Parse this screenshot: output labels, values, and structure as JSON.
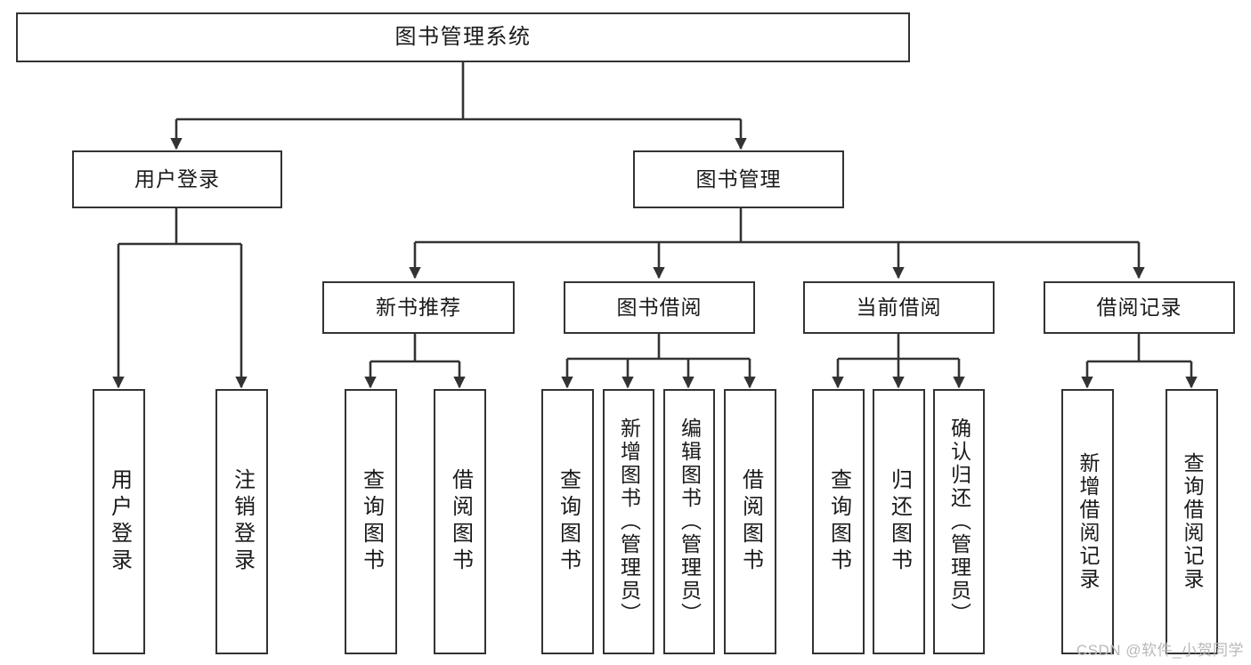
{
  "diagram": {
    "type": "tree",
    "title": "图书管理系统",
    "orientation": "top-down",
    "colors": {
      "background": "#ffffff",
      "box_border": "#333333",
      "box_fill": "#ffffff",
      "edge": "#333333",
      "text": "#1a1a1a",
      "watermark": "#b9b9b9"
    }
  },
  "watermark": {
    "text": "CSDN @软件_小贺同学"
  },
  "nodes": {
    "root": {
      "label": "图书管理系统"
    },
    "level2": [
      {
        "label": "用户登录"
      },
      {
        "label": "图书管理"
      }
    ],
    "level3": [
      {
        "label": "新书推荐"
      },
      {
        "label": "图书借阅"
      },
      {
        "label": "当前借阅"
      },
      {
        "label": "借阅记录"
      }
    ],
    "leaves": {
      "user_login": [
        {
          "label": "用户登录"
        },
        {
          "label": "注销登录"
        }
      ],
      "new_book_recommend": [
        {
          "label": "查询图书"
        },
        {
          "label": "借阅图书"
        }
      ],
      "book_borrow": [
        {
          "label": "查询图书"
        },
        {
          "label": "新增图书（管理员）"
        },
        {
          "label": "编辑图书（管理员）"
        },
        {
          "label": "借阅图书"
        }
      ],
      "current_borrow": [
        {
          "label": "查询图书"
        },
        {
          "label": "归还图书"
        },
        {
          "label": "确认归还（管理员）"
        }
      ],
      "borrow_record": [
        {
          "label": "新增借阅记录"
        },
        {
          "label": "查询借阅记录"
        }
      ]
    }
  }
}
